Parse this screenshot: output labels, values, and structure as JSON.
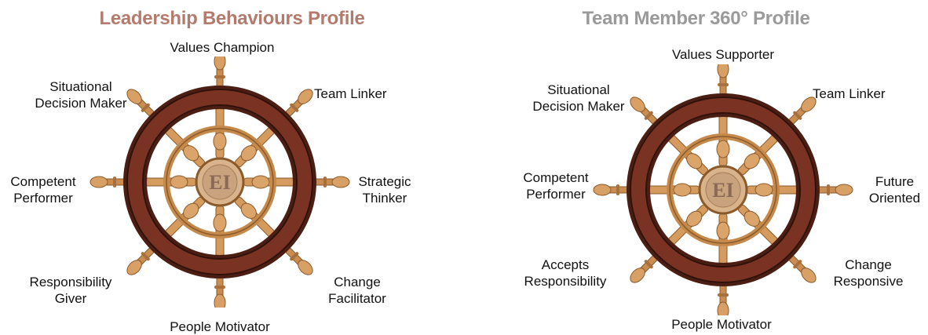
{
  "panels": [
    {
      "title": "Leadership Behaviours Profile",
      "title_color": "#b37b6e",
      "center_text": "EI",
      "labels": {
        "top": [
          "Values Champion"
        ],
        "top_right": [
          "Team Linker"
        ],
        "right": [
          "Strategic",
          "Thinker"
        ],
        "bottom_right": [
          "Change",
          "Facilitator"
        ],
        "bottom": [
          "People Motivator"
        ],
        "bottom_left": [
          "Responsibility",
          "Giver"
        ],
        "left": [
          "Competent",
          "Performer"
        ],
        "top_left": [
          "Situational",
          "Decision Maker"
        ]
      }
    },
    {
      "title": "Team Member 360° Profile",
      "title_color": "#9a9a9a",
      "center_text": "EI",
      "labels": {
        "top": [
          "Values Supporter"
        ],
        "top_right": [
          "Team Linker"
        ],
        "right": [
          "Future",
          "Oriented"
        ],
        "bottom_right": [
          "Change",
          "Responsive"
        ],
        "bottom": [
          "People Motivator"
        ],
        "bottom_left": [
          "Accepts",
          "Responsibility"
        ],
        "left": [
          "Competent",
          "Performer"
        ],
        "top_left": [
          "Situational",
          "Decision Maker"
        ]
      }
    }
  ]
}
